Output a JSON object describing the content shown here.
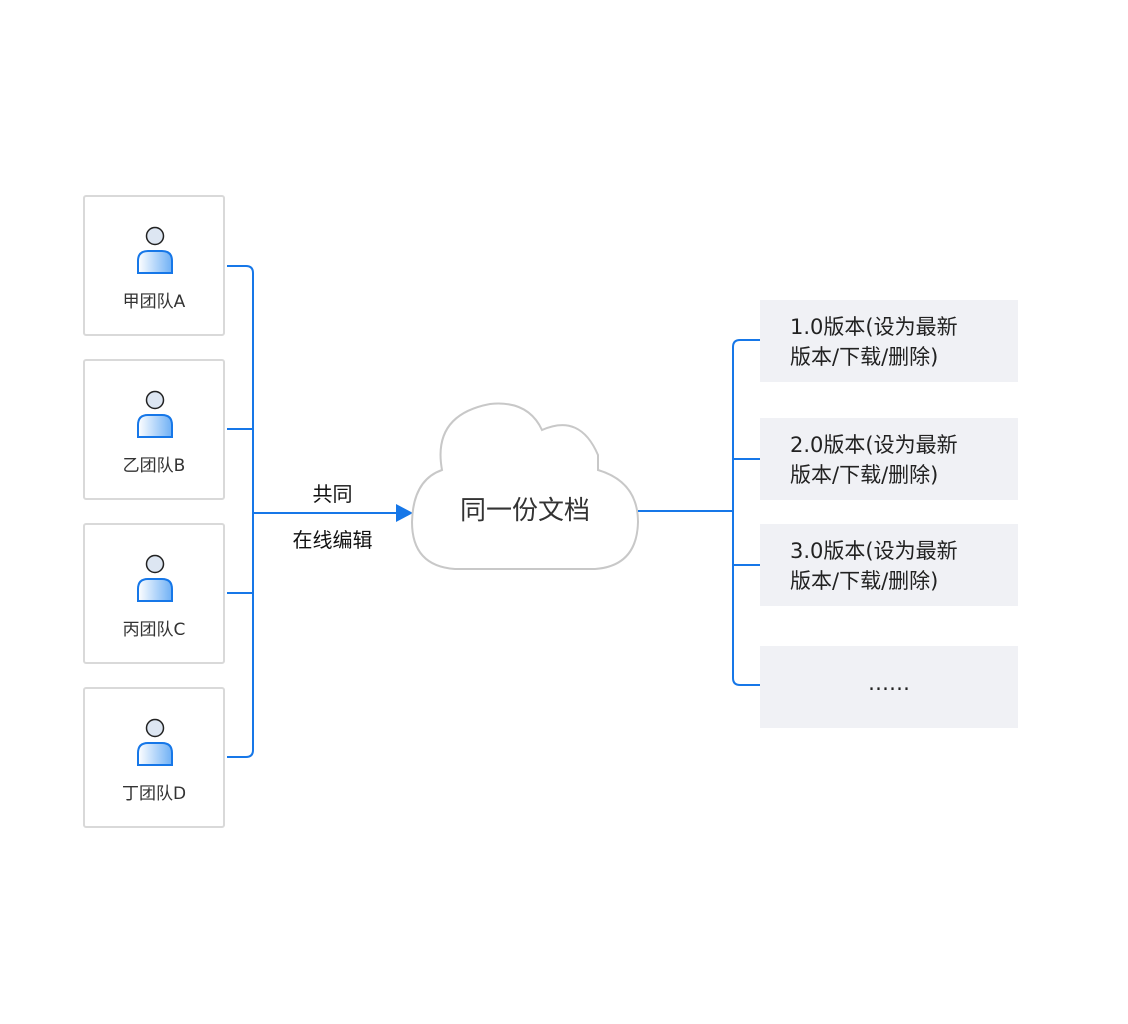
{
  "colors": {
    "connector": "#1677e8",
    "card_border": "#d9d9d9",
    "cloud_border": "#c8c8c8",
    "version_bg": "#f0f1f5"
  },
  "teams": [
    {
      "label": "甲团队A",
      "icon": "user-icon"
    },
    {
      "label": "乙团队B",
      "icon": "user-icon"
    },
    {
      "label": "丙团队C",
      "icon": "user-icon"
    },
    {
      "label": "丁团队D",
      "icon": "user-icon"
    }
  ],
  "edge_label": {
    "line1": "共同",
    "line2": "在线编辑"
  },
  "center": {
    "label": "同一份文档",
    "shape": "cloud"
  },
  "versions": [
    {
      "line1": "1.0版本(设为最新",
      "line2": "版本/下载/删除)"
    },
    {
      "line1": "2.0版本(设为最新",
      "line2": "版本/下载/删除)"
    },
    {
      "line1": "3.0版本(设为最新",
      "line2": "版本/下载/删除)"
    },
    {
      "line1": "……",
      "line2": ""
    }
  ]
}
